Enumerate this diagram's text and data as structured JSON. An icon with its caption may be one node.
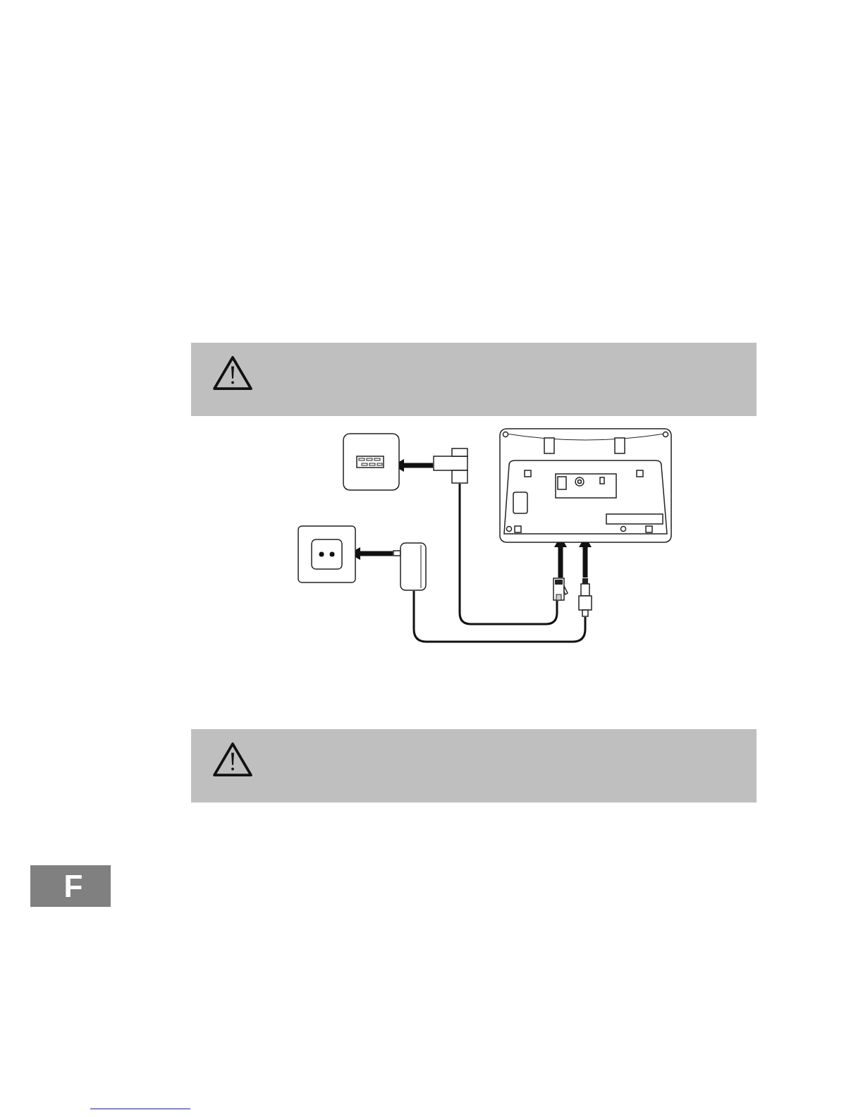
{
  "diagram": {
    "nodes": [
      {
        "text": [],
        "shape": "picture"
      },
      {
        "text": [],
        "shape": "picture"
      },
      {
        "text": [],
        "shape": "picture"
      },
      {
        "text": [],
        "shape": "picture"
      },
      {
        "text": [],
        "shape": "picture"
      },
      {
        "text": [],
        "shape": "picture"
      },
      {
        "text": [],
        "shape": "picture"
      }
    ],
    "edges": [
      {
        "from": 1,
        "to": 0,
        "arrow": "to"
      },
      {
        "from": 3,
        "to": 2,
        "arrow": "to"
      },
      {
        "from": 5,
        "to": 4,
        "arrow": "to"
      },
      {
        "from": 6,
        "to": 4,
        "arrow": "to"
      },
      {
        "from": 1,
        "to": 5,
        "arrow": "none"
      },
      {
        "from": 3,
        "to": 6,
        "arrow": "none"
      }
    ],
    "labels": [
      "F"
    ]
  }
}
